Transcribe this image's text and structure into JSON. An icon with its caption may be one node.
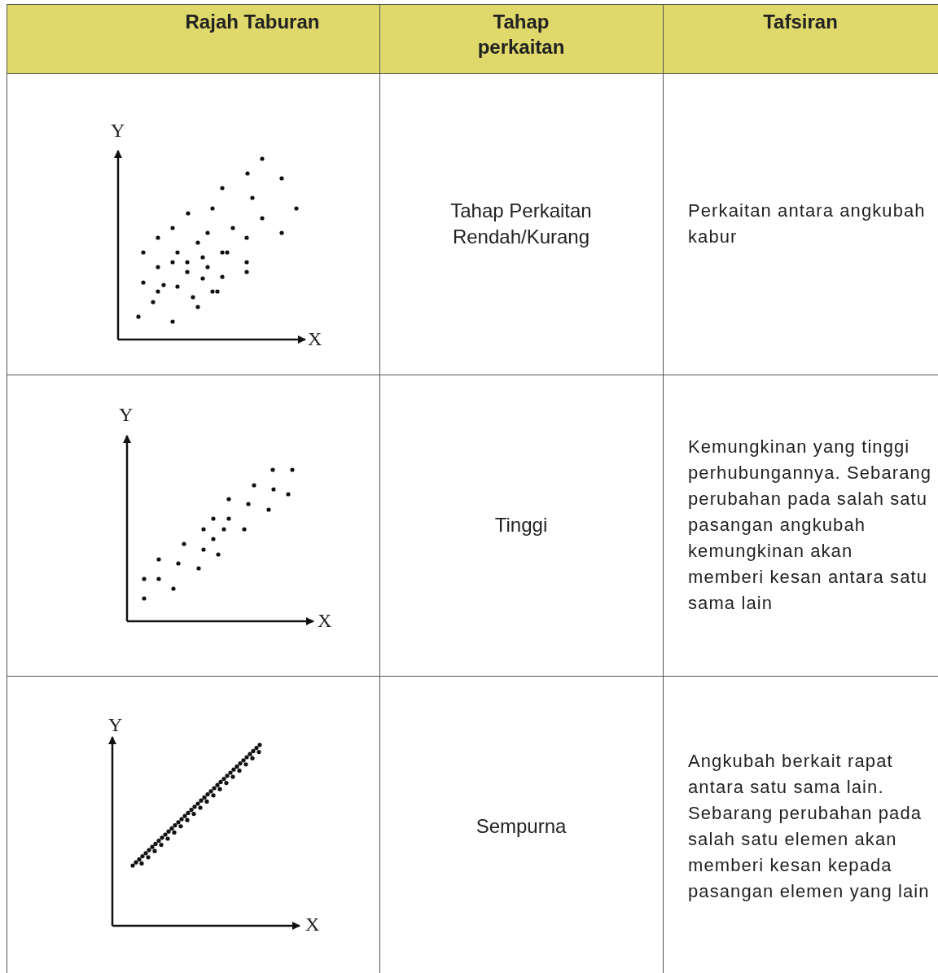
{
  "diagram": {
    "labels": [
      "Rajah Taburan",
      "Tahap perkaitan",
      "Tafsiran",
      "Y",
      "X",
      "Tahap Perkaitan Rendah/Kurang",
      "Perkaitan antara angkubah kabur",
      "Y",
      "X",
      "Tinggi",
      "Kemungkinan yang tinggi perhubungannya. Sebarang perubahan pada salah satu pasangan angkubah kemungkinan akan memberi kesan antara satu sama lain",
      "Y",
      "X",
      "Sempurna",
      "Angkubah berkait rapat antara satu sama lain. Sebarang perubahan pada salah satu elemen akan memberi kesan kepada pasangan elemen yang lain"
    ]
  }
}
